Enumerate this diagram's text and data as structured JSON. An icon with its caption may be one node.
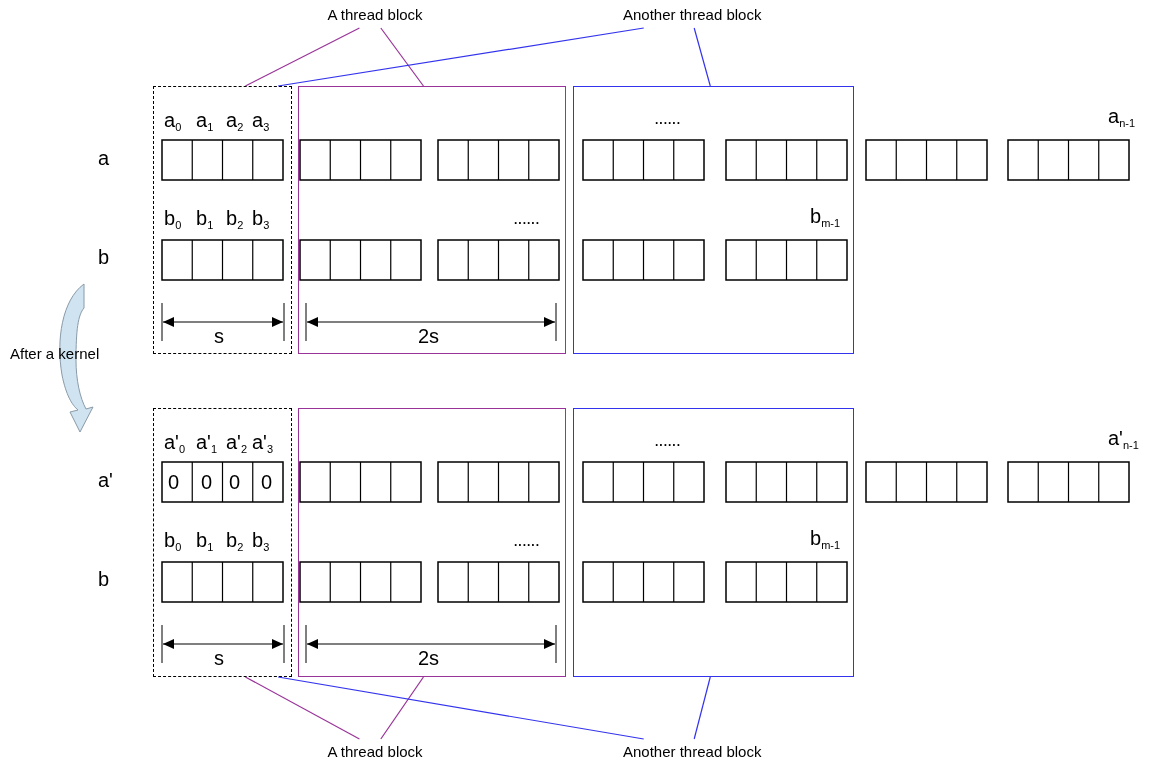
{
  "diagram": {
    "nodes": [
      {
        "text": [
          "A thread block"
        ]
      },
      {
        "text": [
          "Another thread block"
        ]
      },
      {
        "text": [],
        "shape": "box"
      },
      {
        "text": [],
        "shape": "box"
      },
      {
        "text": [],
        "shape": "box"
      },
      {
        "text": [],
        "shape": "box"
      },
      {
        "text": [],
        "shape": "box"
      },
      {
        "text": [],
        "shape": "box"
      },
      {
        "text": [
          "A thread block"
        ]
      },
      {
        "text": [
          "Another thread block"
        ]
      }
    ],
    "edges": [
      {
        "from": 0,
        "to": 2,
        "arrow": "none",
        "color": "#993399"
      },
      {
        "from": 0,
        "to": 3,
        "arrow": "none",
        "color": "#993399"
      },
      {
        "from": 1,
        "to": 2,
        "arrow": "none",
        "color": "#3333ee"
      },
      {
        "from": 1,
        "to": 4,
        "arrow": "none",
        "color": "#3333ee"
      },
      {
        "from": 8,
        "to": 5,
        "arrow": "none",
        "color": "#993399"
      },
      {
        "from": 8,
        "to": 6,
        "arrow": "none",
        "color": "#993399"
      },
      {
        "from": 9,
        "to": 5,
        "arrow": "none",
        "color": "#3333ee"
      },
      {
        "from": 9,
        "to": 7,
        "arrow": "none",
        "color": "#3333ee"
      }
    ],
    "labels": [
      "a$_{0}$",
      "a$_{1}$",
      "a$_{2}$",
      "a$_{3}$",
      "......",
      "a$_{n-1}$",
      "a",
      "b$_{0}$",
      "b$_{1}$",
      "b$_{2}$",
      "b$_{3}$",
      "......",
      "b$_{m-1}$",
      "b",
      "s",
      "2s",
      "After a kernel",
      "a'$_{0}$",
      "a'$_{1}$",
      "a'$_{2}$",
      "a'$_{3}$",
      "......",
      "a'$_{n-1}$",
      "a'",
      "0",
      "0",
      "0",
      "0",
      "b$_{0}$",
      "b$_{1}$",
      "b$_{2}$",
      "b$_{3}$",
      "......",
      "b$_{m-1}$",
      "b",
      "s",
      "2s"
    ]
  }
}
